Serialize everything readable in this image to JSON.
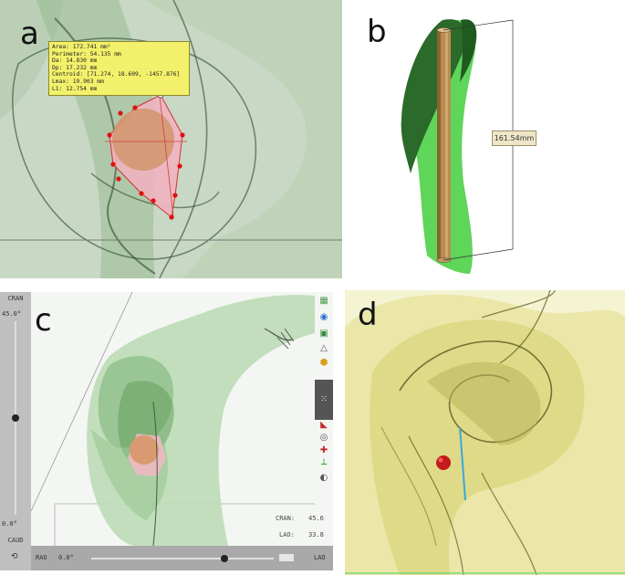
{
  "panels": {
    "a": {
      "letter": "a",
      "measurements": [
        "Area: 172.741 mm²",
        "Perimeter: 54.135 mm",
        "Da: 14.830 mm",
        "Dp: 17.232 mm",
        "Centroid: [71.274, 18.609, -1457.876]",
        "Lmax: 19.903 mm",
        "L1: 12.754 mm"
      ]
    },
    "b": {
      "letter": "b",
      "dimension": "161.54mm"
    },
    "c": {
      "letter": "c",
      "cran_label": "CRAN",
      "caud_label": "CAUD",
      "vertical_top_value": "45.0°",
      "vertical_bottom_value": "0.0°",
      "rao_label": "RAO",
      "lao_label": "LAO",
      "horizontal_value": "0.0°",
      "readout_cran_label": "CRAN:",
      "readout_cran_value": "45.6",
      "readout_lao_label": "LAO:",
      "readout_lao_value": "33.8",
      "vertical_slider_level": 0.5,
      "horizontal_slider_level": 0.73,
      "toolbar_icons": [
        "grid-icon",
        "camera-icon",
        "display-icon",
        "measure-icon",
        "cube-icon",
        "collapse-icon",
        "crosshair-icon",
        "arrow-icon",
        "eye-icon",
        "axis-icon",
        "ruler-icon",
        "contrast-icon"
      ]
    },
    "d": {
      "letter": "d"
    }
  },
  "colors": {
    "mesh_green": "#a9cfa3",
    "dark_green": "#3e6b3a",
    "bright_green": "#5ed85a",
    "tube": "#b88d55",
    "ellipse_fill": "#f2b5c2",
    "circle_fill": "#d99a73",
    "measure_points": "#e01010",
    "yellow_mesh": "#e8e59a",
    "sphere": "#c41a1a"
  }
}
